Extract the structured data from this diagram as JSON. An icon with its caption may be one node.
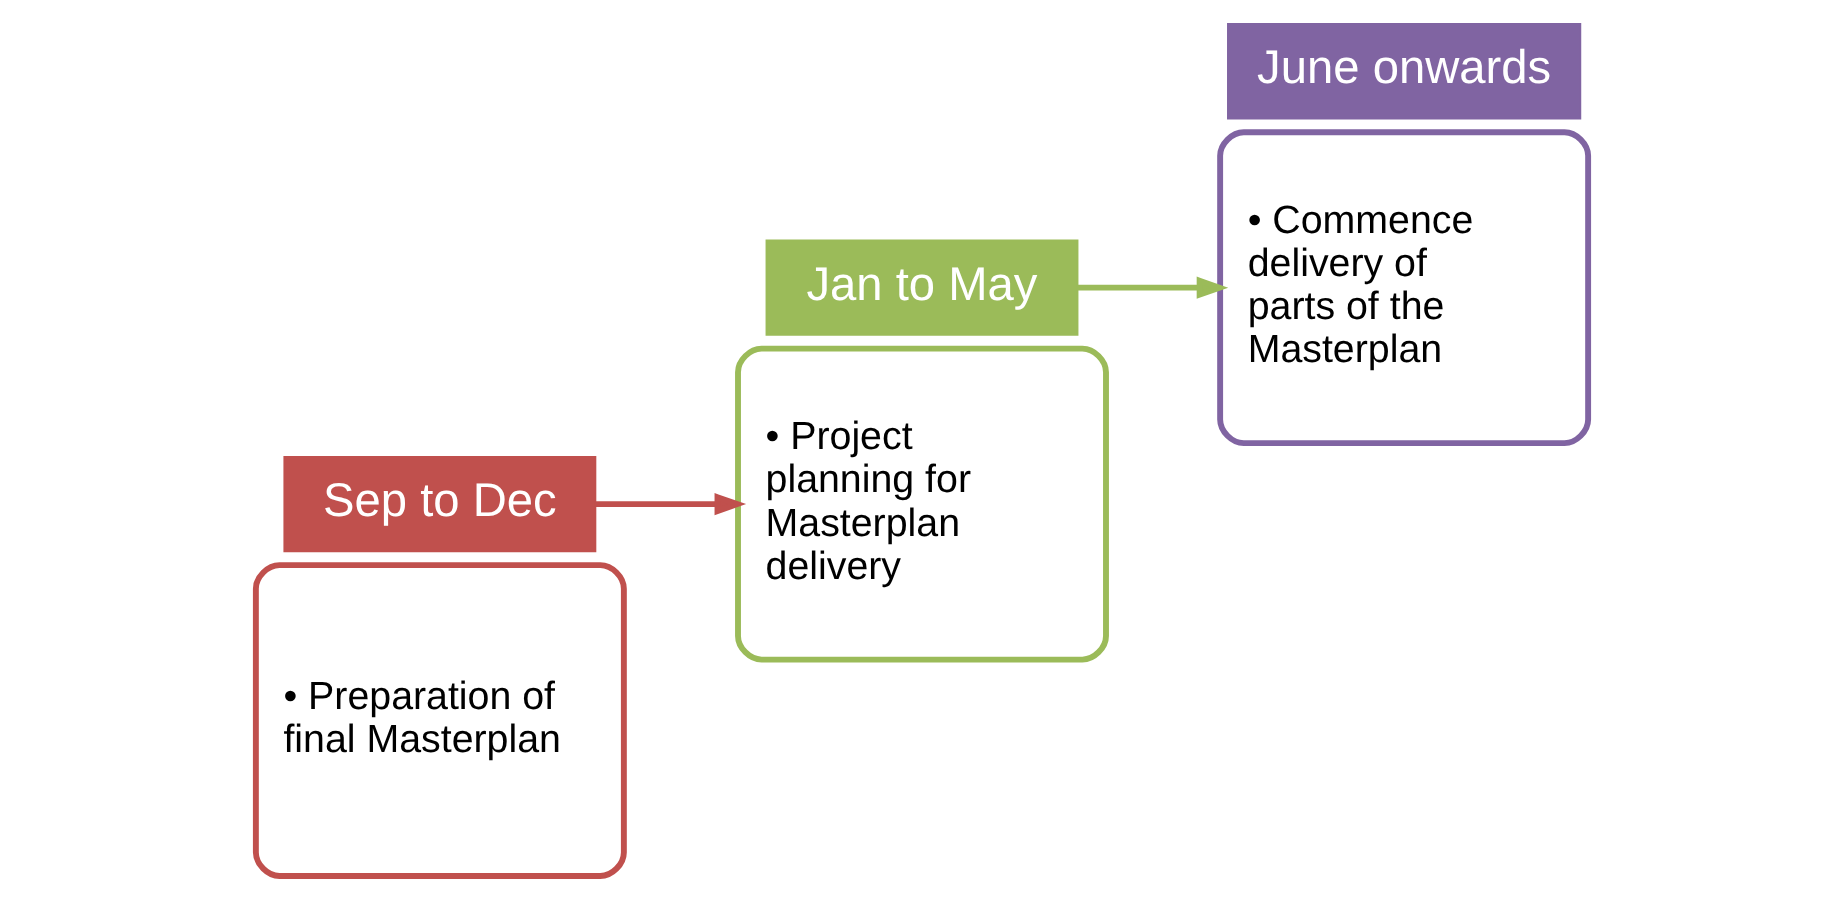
{
  "diagram": {
    "nodes": [
      {
        "text": [
          "• Preparation of final Masterplan"
        ]
      },
      {
        "text": [
          "Sep to Dec"
        ]
      },
      {
        "text": [
          "• Project planning for Masterplan delivery"
        ]
      },
      {
        "text": [
          "Jan to May"
        ]
      },
      {
        "text": [
          "• Commence delivery of parts of the Masterplan"
        ]
      },
      {
        "text": [
          "June onwards"
        ]
      }
    ],
    "edges": [
      {
        "from": 1,
        "to": 2,
        "arrow": "to",
        "color": "#c0504d"
      },
      {
        "from": 3,
        "to": 4,
        "arrow": "to",
        "color": "#9bbb59"
      }
    ]
  }
}
